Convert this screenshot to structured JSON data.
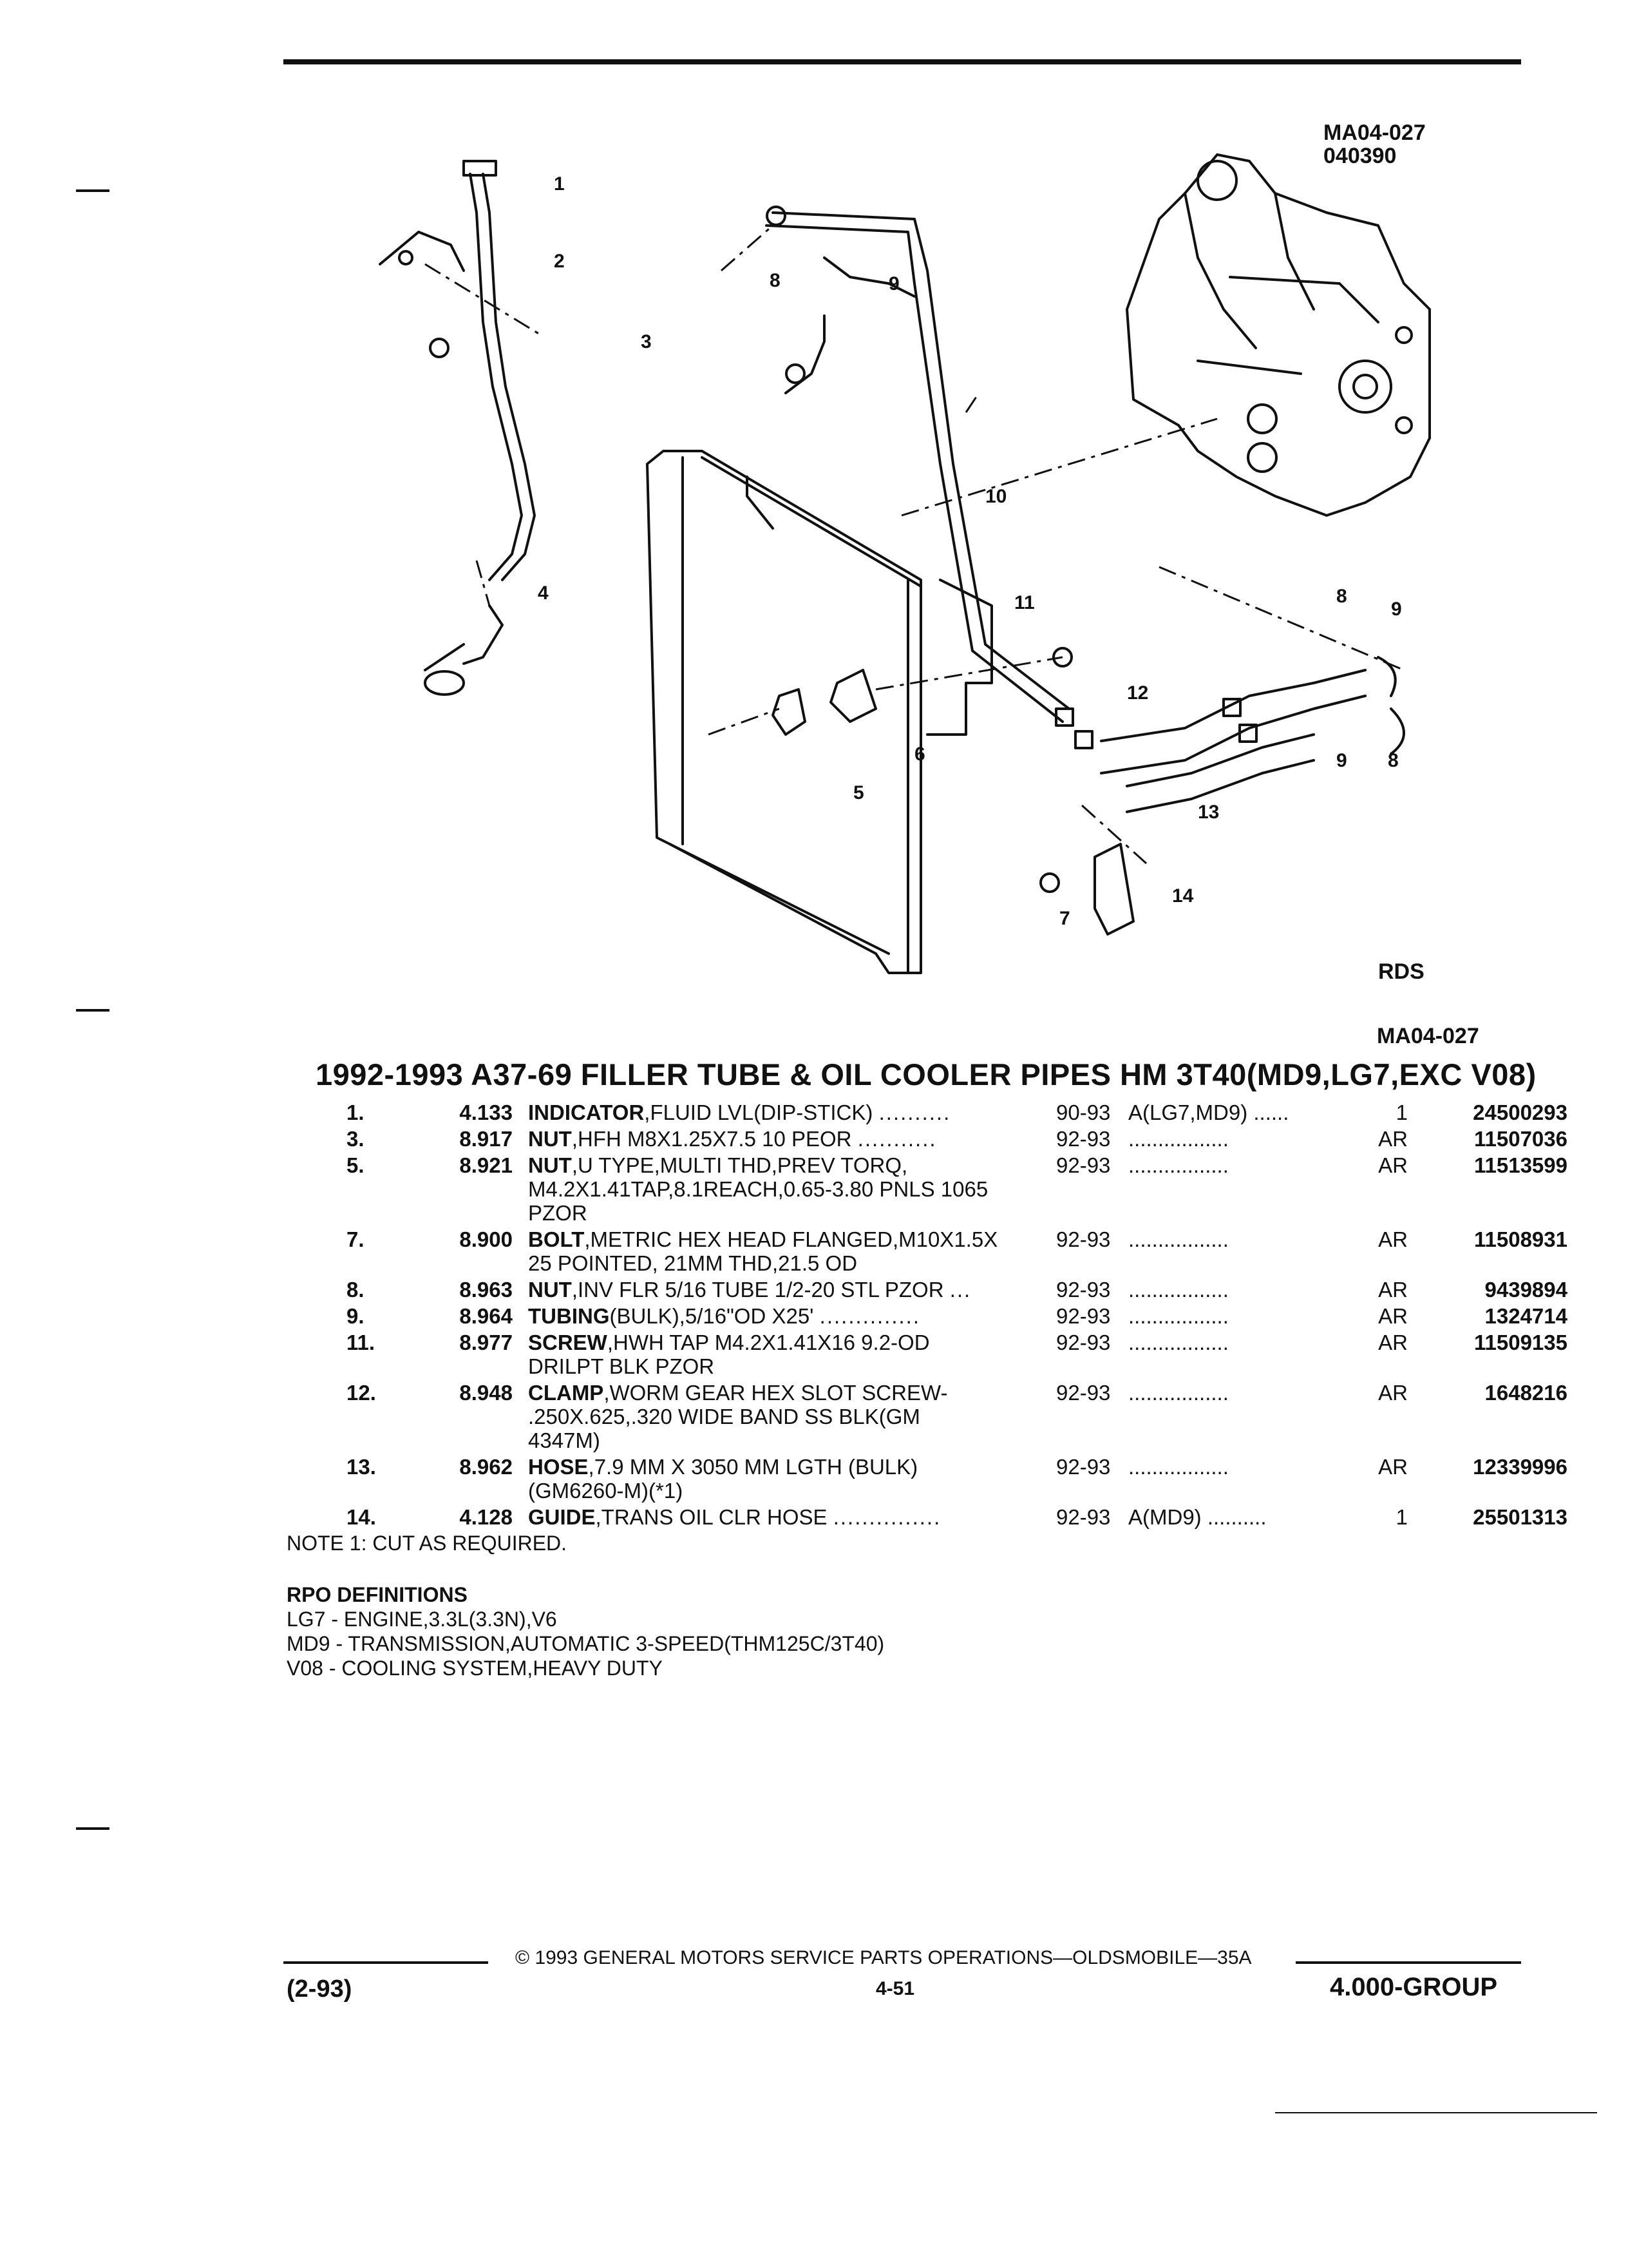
{
  "diagram": {
    "ref_top": [
      "MA04-027",
      "040390"
    ],
    "ref_rds": "RDS",
    "ref_bottom": "MA04-027",
    "callouts": [
      "1",
      "2",
      "3",
      "4",
      "5",
      "6",
      "7",
      "8",
      "9",
      "10",
      "11",
      "12",
      "13",
      "14",
      "8",
      "9",
      "9",
      "8"
    ]
  },
  "title": "1992-1993 A37-69 FILLER TUBE & OIL COOLER PIPES HM 3T40(MD9,LG7,EXC V08)",
  "parts": [
    {
      "idx": "1.",
      "grp": "4.133",
      "name": "INDICATOR",
      "desc": ",FLUID LVL(DIP-STICK)",
      "cont": [],
      "dots": "..........",
      "years": "90-93",
      "app": "A(LG7,MD9) ......",
      "qty": "1",
      "pn": "24500293"
    },
    {
      "idx": "3.",
      "grp": "8.917",
      "name": "NUT",
      "desc": ",HFH M8X1.25X7.5 10 PEOR",
      "cont": [],
      "dots": "...........",
      "years": "92-93",
      "app": ".................",
      "qty": "AR",
      "pn": "11507036"
    },
    {
      "idx": "5.",
      "grp": "8.921",
      "name": "NUT",
      "desc": ",U TYPE,MULTI THD,PREV TORQ,",
      "cont": [
        "M4.2X1.41TAP,8.1REACH,0.65-3.80 PNLS 1065",
        "PZOR"
      ],
      "dots": "",
      "years": "92-93",
      "app": ".................",
      "qty": "AR",
      "pn": "11513599"
    },
    {
      "idx": "7.",
      "grp": "8.900",
      "name": "BOLT",
      "desc": ",METRIC HEX HEAD FLANGED,M10X1.5X",
      "cont": [
        "25 POINTED, 21MM THD,21.5 OD"
      ],
      "dots": "",
      "years": "92-93",
      "app": ".................",
      "qty": "AR",
      "pn": "11508931"
    },
    {
      "idx": "8.",
      "grp": "8.963",
      "name": "NUT",
      "desc": ",INV FLR 5/16 TUBE 1/2-20 STL PZOR",
      "cont": [],
      "dots": "...",
      "years": "92-93",
      "app": ".................",
      "qty": "AR",
      "pn": "9439894"
    },
    {
      "idx": "9.",
      "grp": "8.964",
      "name": "TUBING",
      "desc": "(BULK),5/16\"OD X25'",
      "cont": [],
      "dots": "..............",
      "years": "92-93",
      "app": ".................",
      "qty": "AR",
      "pn": "1324714"
    },
    {
      "idx": "11.",
      "grp": "8.977",
      "name": "SCREW",
      "desc": ",HWH TAP M4.2X1.41X16 9.2-OD",
      "cont": [
        "DRILPT BLK PZOR"
      ],
      "dots": "",
      "years": "92-93",
      "app": ".................",
      "qty": "AR",
      "pn": "11509135"
    },
    {
      "idx": "12.",
      "grp": "8.948",
      "name": "CLAMP",
      "desc": ",WORM GEAR HEX SLOT SCREW-",
      "cont": [
        ".250X.625,.320 WIDE BAND SS BLK(GM",
        "4347M)"
      ],
      "dots": "",
      "years": "92-93",
      "app": ".................",
      "qty": "AR",
      "pn": "1648216"
    },
    {
      "idx": "13.",
      "grp": "8.962",
      "name": "HOSE",
      "desc": ",7.9 MM X 3050 MM LGTH (BULK)",
      "cont": [
        "(GM6260-M)(*1)"
      ],
      "dots": "",
      "years": "92-93",
      "app": ".................",
      "qty": "AR",
      "pn": "12339996"
    },
    {
      "idx": "14.",
      "grp": "4.128",
      "name": "GUIDE",
      "desc": ",TRANS OIL CLR HOSE",
      "cont": [],
      "dots": "...............",
      "years": "92-93",
      "app": "A(MD9) ..........",
      "qty": "1",
      "pn": "25501313"
    }
  ],
  "note": "NOTE  1:  CUT AS REQUIRED.",
  "rpo": {
    "heading": "RPO DEFINITIONS",
    "lines": [
      "LG7 - ENGINE,3.3L(3.3N),V6",
      "MD9 - TRANSMISSION,AUTOMATIC 3-SPEED(THM125C/3T40)",
      "V08 - COOLING SYSTEM,HEAVY DUTY"
    ]
  },
  "footer": {
    "copyright": "©  1993  GENERAL MOTORS SERVICE PARTS OPERATIONS—OLDSMOBILE—35A",
    "date": "(2-93)",
    "page": "4-51",
    "group": "4.000-GROUP"
  }
}
